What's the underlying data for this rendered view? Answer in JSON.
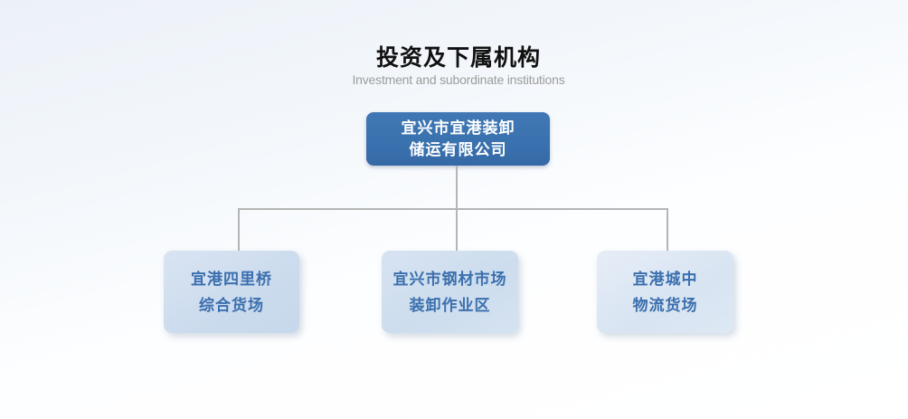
{
  "header": {
    "title": "投资及下属机构",
    "subtitle": "Investment and subordinate institutions"
  },
  "org_chart": {
    "root": {
      "name": "宜兴市宜港装卸储运有限公司",
      "line1": "宜兴市宜港装卸",
      "line2": "储运有限公司"
    },
    "children": [
      {
        "name": "宜港四里桥综合货场",
        "line1": "宜港四里桥",
        "line2": "综合货场"
      },
      {
        "name": "宜兴市钢材市场装卸作业区",
        "line1": "宜兴市钢材市场",
        "line2": "装卸作业区"
      },
      {
        "name": "宜港城中物流货场",
        "line1": "宜港城中",
        "line2": "物流货场"
      }
    ]
  },
  "colors": {
    "root_box": "#3a72af",
    "root_text": "#ffffff",
    "child_box_light": "#dce7f4",
    "child_box_dark": "#c8d9ec",
    "child_text": "#3b6fae",
    "connector": "#b5b5b5",
    "title_text": "#111111",
    "subtitle_text": "#9c9c9c",
    "background_top": "#ecf1f8",
    "background_bottom": "#ffffff"
  }
}
